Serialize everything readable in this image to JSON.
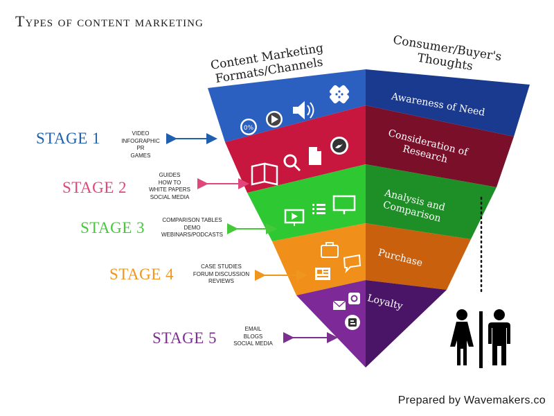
{
  "title": "Types of content marketing",
  "left_heading": [
    "Content Marketing",
    "Formats/Channels"
  ],
  "right_heading": [
    "Consumer/Buyer's",
    "Thoughts"
  ],
  "stages": [
    {
      "label": "STAGE 1",
      "color": "#1f5fae",
      "fill_left": "#2b5fc0",
      "fill_right": "#1a3a8f",
      "items": [
        "VIDEO",
        "INFOGRAPHIC",
        "PR",
        "GAMES"
      ],
      "thought": [
        "Awareness of Need"
      ],
      "icons": [
        "pie-chart-icon",
        "play-icon",
        "speaker-icon",
        "puzzle-icon"
      ]
    },
    {
      "label": "STAGE 2",
      "color": "#e0457b",
      "fill_left": "#c8173f",
      "fill_right": "#7a0f2a",
      "items": [
        "GUIDES",
        "HOW TO",
        "WHITE PAPERS",
        "SOCIAL MEDIA"
      ],
      "thought": [
        "Consideration of",
        "Research"
      ],
      "icons": [
        "book-icon",
        "magnifier-icon",
        "document-icon",
        "badge-icon"
      ]
    },
    {
      "label": "STAGE 3",
      "color": "#45c93a",
      "fill_left": "#2ec832",
      "fill_right": "#1e8f26",
      "items": [
        "COMPARISON TABLES",
        "DEMO",
        "WEBINARS/PODCASTS"
      ],
      "thought": [
        "Analysis and",
        "Comparison"
      ],
      "icons": [
        "video-screen-icon",
        "list-icon",
        "monitor-icon"
      ]
    },
    {
      "label": "STAGE 4",
      "color": "#f0951e",
      "fill_left": "#f0901a",
      "fill_right": "#c8600e",
      "items": [
        "CASE STUDIES",
        "FORUM DISCUSSION",
        "REVIEWS"
      ],
      "thought": [
        "Purchase"
      ],
      "icons": [
        "briefcase-icon",
        "newspaper-icon",
        "chat-bubble-icon"
      ]
    },
    {
      "label": "STAGE 5",
      "color": "#7b2f8e",
      "fill_left": "#7d2a98",
      "fill_right": "#4a1566",
      "items": [
        "EMAIL",
        "BLOGS",
        "SOCIAL MEDIA"
      ],
      "thought": [
        "Loyalty"
      ],
      "icons": [
        "envelope-icon",
        "camera-icon",
        "blogger-icon"
      ]
    }
  ],
  "footer": "Prepared by Wavemakers.co",
  "people_icon": "woman-man-restroom-icon"
}
